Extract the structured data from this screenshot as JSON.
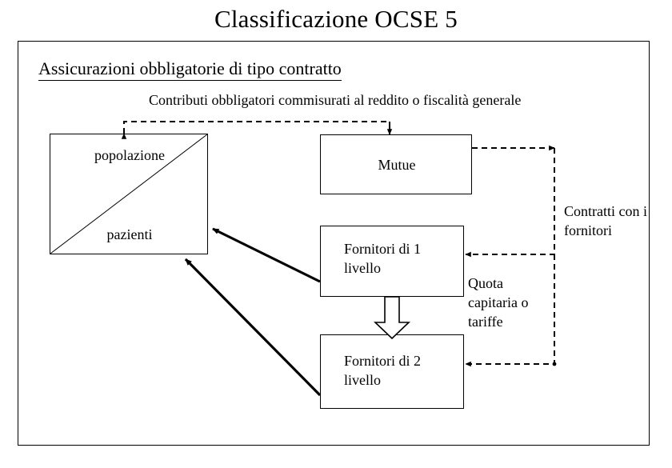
{
  "slide": {
    "title": "Classificazione OCSE 5",
    "subtitle": "Assicurazioni obbligatorie di tipo contratto",
    "top_label": "Contributi obbligatori commisurati al reddito o fiscalità generale"
  },
  "boxes": {
    "popolazione": {
      "upper_label": "popolazione",
      "lower_label": "pazienti"
    },
    "mutue": {
      "label": "Mutue"
    },
    "fornitori1": {
      "label": "Fornitori di 1\nlivello"
    },
    "fornitori2": {
      "label": "Fornitori di 2\nlivello"
    }
  },
  "edge_labels": {
    "contratti": "Contratti con i\nfornitori",
    "quota": "Quota\ncapitaria o\ntariffe"
  },
  "colors": {
    "stroke": "#000000",
    "background": "#ffffff",
    "text": "#000000"
  }
}
